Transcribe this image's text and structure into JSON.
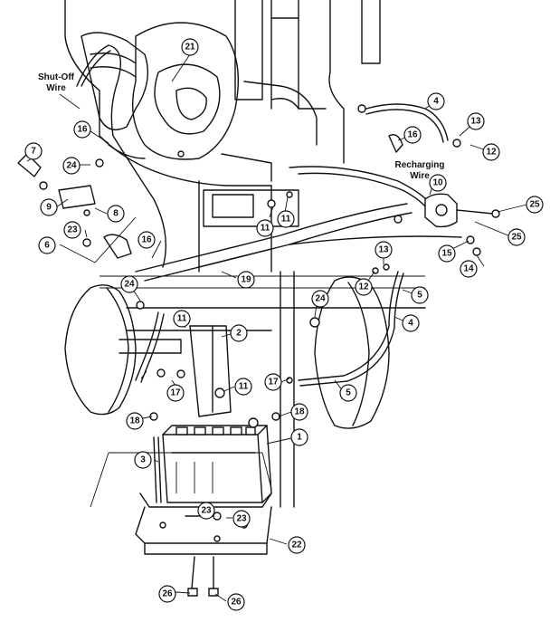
{
  "labels": {
    "shutoff_line1": "Shut-Off",
    "shutoff_line2": "Wire",
    "recharging_line1": "Recharging",
    "recharging_line2": "Wire"
  },
  "callouts": [
    "21",
    "4",
    "13",
    "12",
    "16",
    "16",
    "7",
    "24",
    "10",
    "25",
    "25",
    "9",
    "8",
    "23",
    "11",
    "11",
    "6",
    "16",
    "19",
    "15",
    "14",
    "13",
    "12",
    "5",
    "24",
    "24",
    "11",
    "2",
    "4",
    "17",
    "11",
    "17",
    "5",
    "18",
    "18",
    "1",
    "3",
    "23",
    "23",
    "22",
    "26",
    "26"
  ]
}
